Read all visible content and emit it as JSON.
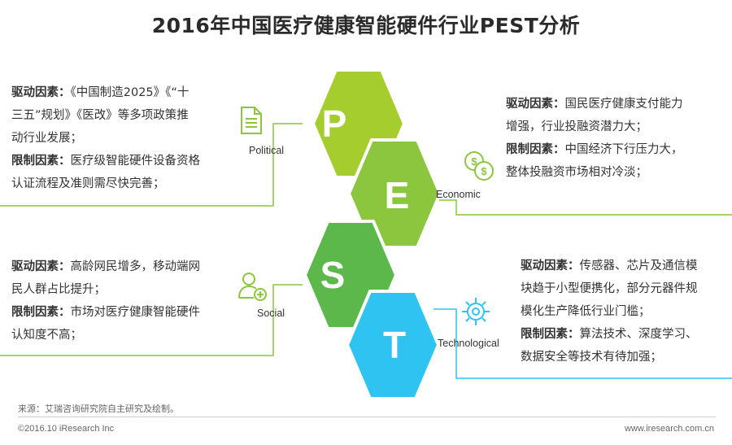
{
  "title": "2016年中国医疗健康智能硬件行业PEST分析",
  "colors": {
    "p": "#a6cd2e",
    "e": "#8cc63f",
    "s": "#5cb84a",
    "t": "#2ec3f0",
    "line_green": "#8cc63f",
    "line_blue": "#2ec3f0"
  },
  "sections": {
    "political": {
      "letter": "P",
      "label": "Political",
      "icon": "document-icon",
      "driver_label": "驱动因素：",
      "driver_line1": "《中国制造2025》《“十",
      "driver_line2": "三五”规划》《医改》等多项政策推",
      "driver_line3": "动行业发展；",
      "limit_label": "限制因素：",
      "limit_line1": "医疗级智能硬件设备资格",
      "limit_line2": "认证流程及准则需尽快完善；"
    },
    "economic": {
      "letter": "E",
      "label": "Economic",
      "icon": "coins-icon",
      "driver_label": "驱动因素：",
      "driver_line1": "国民医疗健康支付能力",
      "driver_line2": "增强，行业投融资潜力大；",
      "limit_label": "限制因素：",
      "limit_line1": "中国经济下行压力大，",
      "limit_line2": "整体投融资市场相对冷淡；"
    },
    "social": {
      "letter": "S",
      "label": "Social",
      "icon": "add-user-icon",
      "driver_label": "驱动因素：",
      "driver_line1": "高龄网民增多，移动端网",
      "driver_line2": "民人群占比提升；",
      "limit_label": "限制因素：",
      "limit_line1": "市场对医疗健康智能硬件",
      "limit_line2": "认知度不高；"
    },
    "technological": {
      "letter": "T",
      "label": "Technological",
      "icon": "gear-icon",
      "driver_label": "驱动因素：",
      "driver_line1": "传感器、芯片及通信模",
      "driver_line2": "块趋于小型便携化，部分元器件规",
      "driver_line3": "模化生产降低行业门槛；",
      "limit_label": "限制因素：",
      "limit_line1": "算法技术、深度学习、",
      "limit_line2": "数据安全等技术有待加强；"
    }
  },
  "source": "来源：艾瑞咨询研究院自主研究及绘制。",
  "footer": {
    "copyright": "©2016.10 iResearch Inc",
    "website": "www.iresearch.com.cn"
  }
}
